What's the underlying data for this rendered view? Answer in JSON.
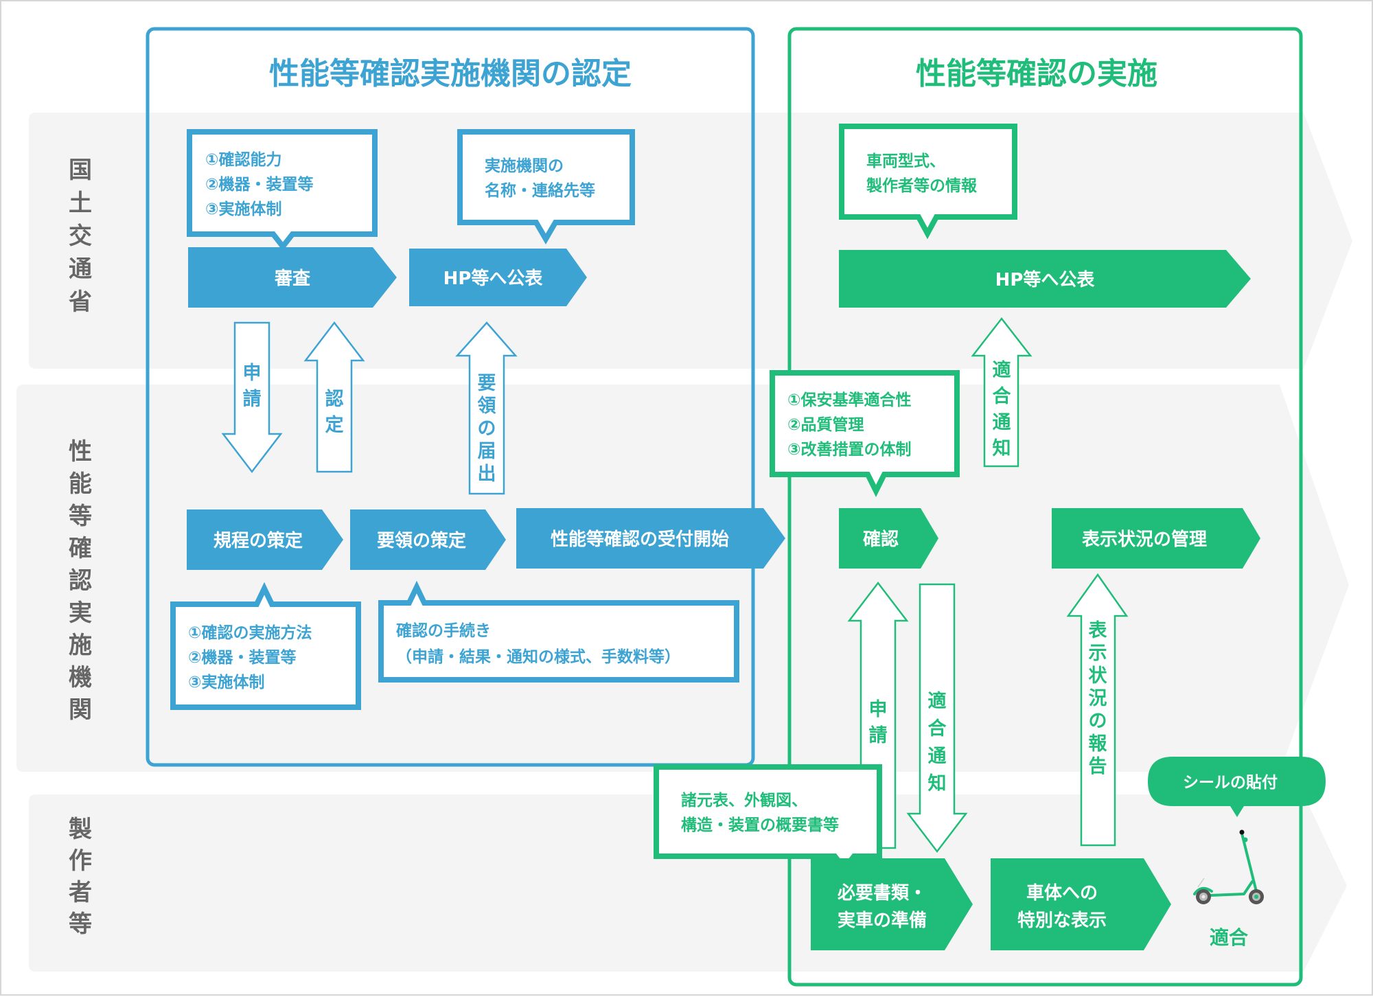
{
  "colors": {
    "blue": "#3DA3D3",
    "green": "#20BD7A",
    "lane_bg": "#F4F4F4",
    "lane_label": "#666666"
  },
  "lanes": [
    {
      "id": "mlit",
      "label": "国土交通省"
    },
    {
      "id": "agency",
      "label": "性能等確認実施機関"
    },
    {
      "id": "maker",
      "label": "製作者等"
    }
  ],
  "sections": {
    "certification": {
      "title": "性能等確認実施機関の認定",
      "steps": {
        "review": "審査",
        "publish": "HP等へ公表",
        "rules": "規程の策定",
        "guidelines": "要領の策定",
        "start_reception": "性能等確認の受付開始"
      },
      "callouts": {
        "review_criteria": [
          "①確認能力",
          "②機器・装置等",
          "③実施体制"
        ],
        "publish_info": [
          "実施機関の",
          "名称・連絡先等"
        ],
        "rules_content": [
          "①確認の実施方法",
          "②機器・装置等",
          "③実施体制"
        ],
        "guidelines_content": [
          "確認の手続き",
          "（申請・結果・通知の様式、手数料等）"
        ]
      },
      "arrows": {
        "application": "申請",
        "certification": "認定",
        "guideline_notice": "要領の届出"
      }
    },
    "implementation": {
      "title": "性能等確認の実施",
      "steps": {
        "publish": "HP等へ公表",
        "confirm": "確認",
        "display_management": "表示状況の管理",
        "prepare_docs": [
          "必要書類・",
          "実車の準備"
        ],
        "special_marking": [
          "車体への",
          "特別な表示"
        ]
      },
      "callouts": {
        "publish_info": [
          "車両型式、",
          "製作者等の情報"
        ],
        "confirm_criteria": [
          "①保安基準適合性",
          "②品質管理",
          "③改善措置の体制"
        ],
        "documents": [
          "諸元表、外観図、",
          "構造・装置の概要書等"
        ],
        "sticker": "シールの貼付"
      },
      "arrows": {
        "conformity_notice_up": "適合通知",
        "application": "申請",
        "conformity_notice_down": "適合通知",
        "display_report": "表示状況の報告"
      },
      "result": {
        "icon": "kick-scooter-icon",
        "label": "適合"
      }
    }
  }
}
